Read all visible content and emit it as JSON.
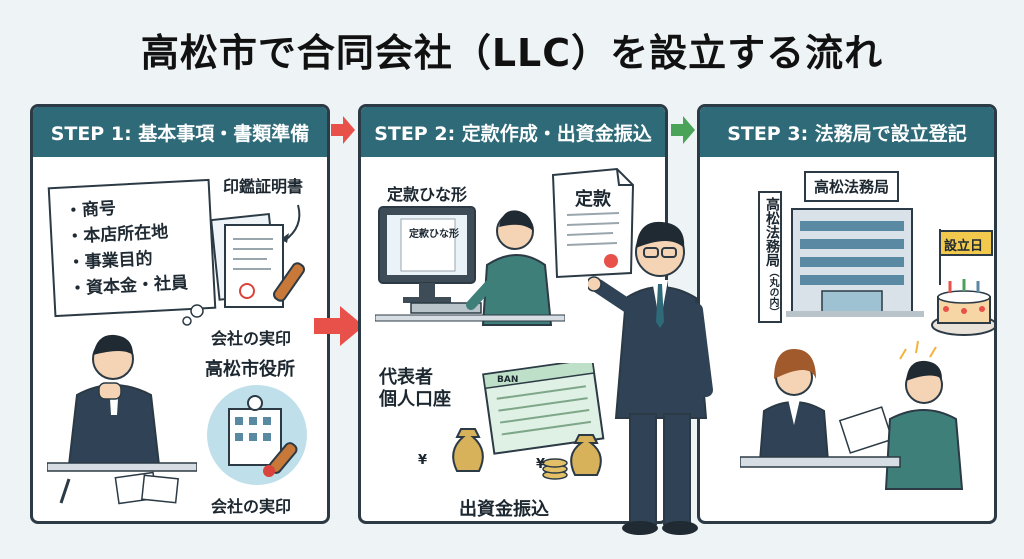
{
  "title": "高松市で合同会社（LLC）を設立する流れ",
  "colors": {
    "header": "#2e6a78",
    "arrow_red": "#e8504a",
    "arrow_green": "#4ba35a",
    "background": "#eef3f6"
  },
  "step1": {
    "header": "STEP 1: 基本事項・書類準備",
    "checklist": [
      "・商号",
      "・本店所在地",
      "・事業目的",
      "・資本金・社員"
    ],
    "seal_certificate": "印鑑証明書",
    "company_seal_1": "会社の実印",
    "city_office": "高松市役所",
    "company_seal_2": "会社の実印"
  },
  "step2": {
    "header": "STEP 2: 定款作成・出資金振込",
    "draft_label": "定款ひな形",
    "screen_label": "定款ひな形",
    "document_label": "定款",
    "representative_account": "代表者\n個人口座",
    "passbook_label": "BAN",
    "deposit_label": "出資金振込",
    "yen": "¥"
  },
  "step3": {
    "header": "STEP 3: 法務局で設立登記",
    "office_sign": "高松法務局",
    "vertical_sign": "高松法務局",
    "vertical_sign_sub": "（丸の内）",
    "flag_label": "設立日"
  }
}
